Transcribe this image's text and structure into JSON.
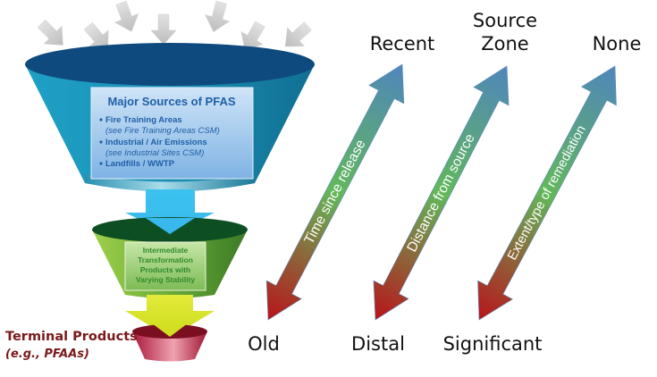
{
  "funnel": {
    "major": {
      "title": "Major Sources of PFAS",
      "items": [
        {
          "label": "Fire Training Areas",
          "note_prefix": "(",
          "note_see": "see ",
          "note_link": "Fire Training Areas CSM",
          "note_suffix": ")"
        },
        {
          "label": "Industrial / Air Emissions",
          "note_prefix": "(",
          "note_see": "see ",
          "note_link": "Industrial Sites CSM",
          "note_suffix": ")"
        },
        {
          "label": "Landfills / WWTP"
        }
      ]
    },
    "intermediate": {
      "lines": [
        "Intermediate",
        "Transformation",
        "Products with",
        "Varying Stability"
      ]
    },
    "terminal": {
      "title": "Terminal Products",
      "subtitle": "(e.g., PFAAs)"
    }
  },
  "gradients": [
    {
      "axis_label": "Time since release",
      "top_label": "Recent",
      "bottom_label": "Old"
    },
    {
      "axis_label": "Distance from source",
      "top_label": "Source Zone",
      "bottom_label": "Distal"
    },
    {
      "axis_label": "Extent/type of remediation",
      "top_label": "None",
      "bottom_label": "Significant"
    }
  ],
  "colors": {
    "funnel_top_dark": "#0f4a7e",
    "funnel_body": "#1a8fb0",
    "box_blue": "#a8cdef",
    "arrow_blue": "#4a90d9",
    "green_dark": "#0d4f23",
    "green_body": "#6aab3a",
    "yellow_arrow": "#d8e225",
    "red_funnel": "#b31c3c",
    "arrow_top": "#4f86b8",
    "arrow_mid": "#62b55a",
    "arrow_bottom": "#b8141a",
    "terminal_text": "#7a1a1a"
  }
}
